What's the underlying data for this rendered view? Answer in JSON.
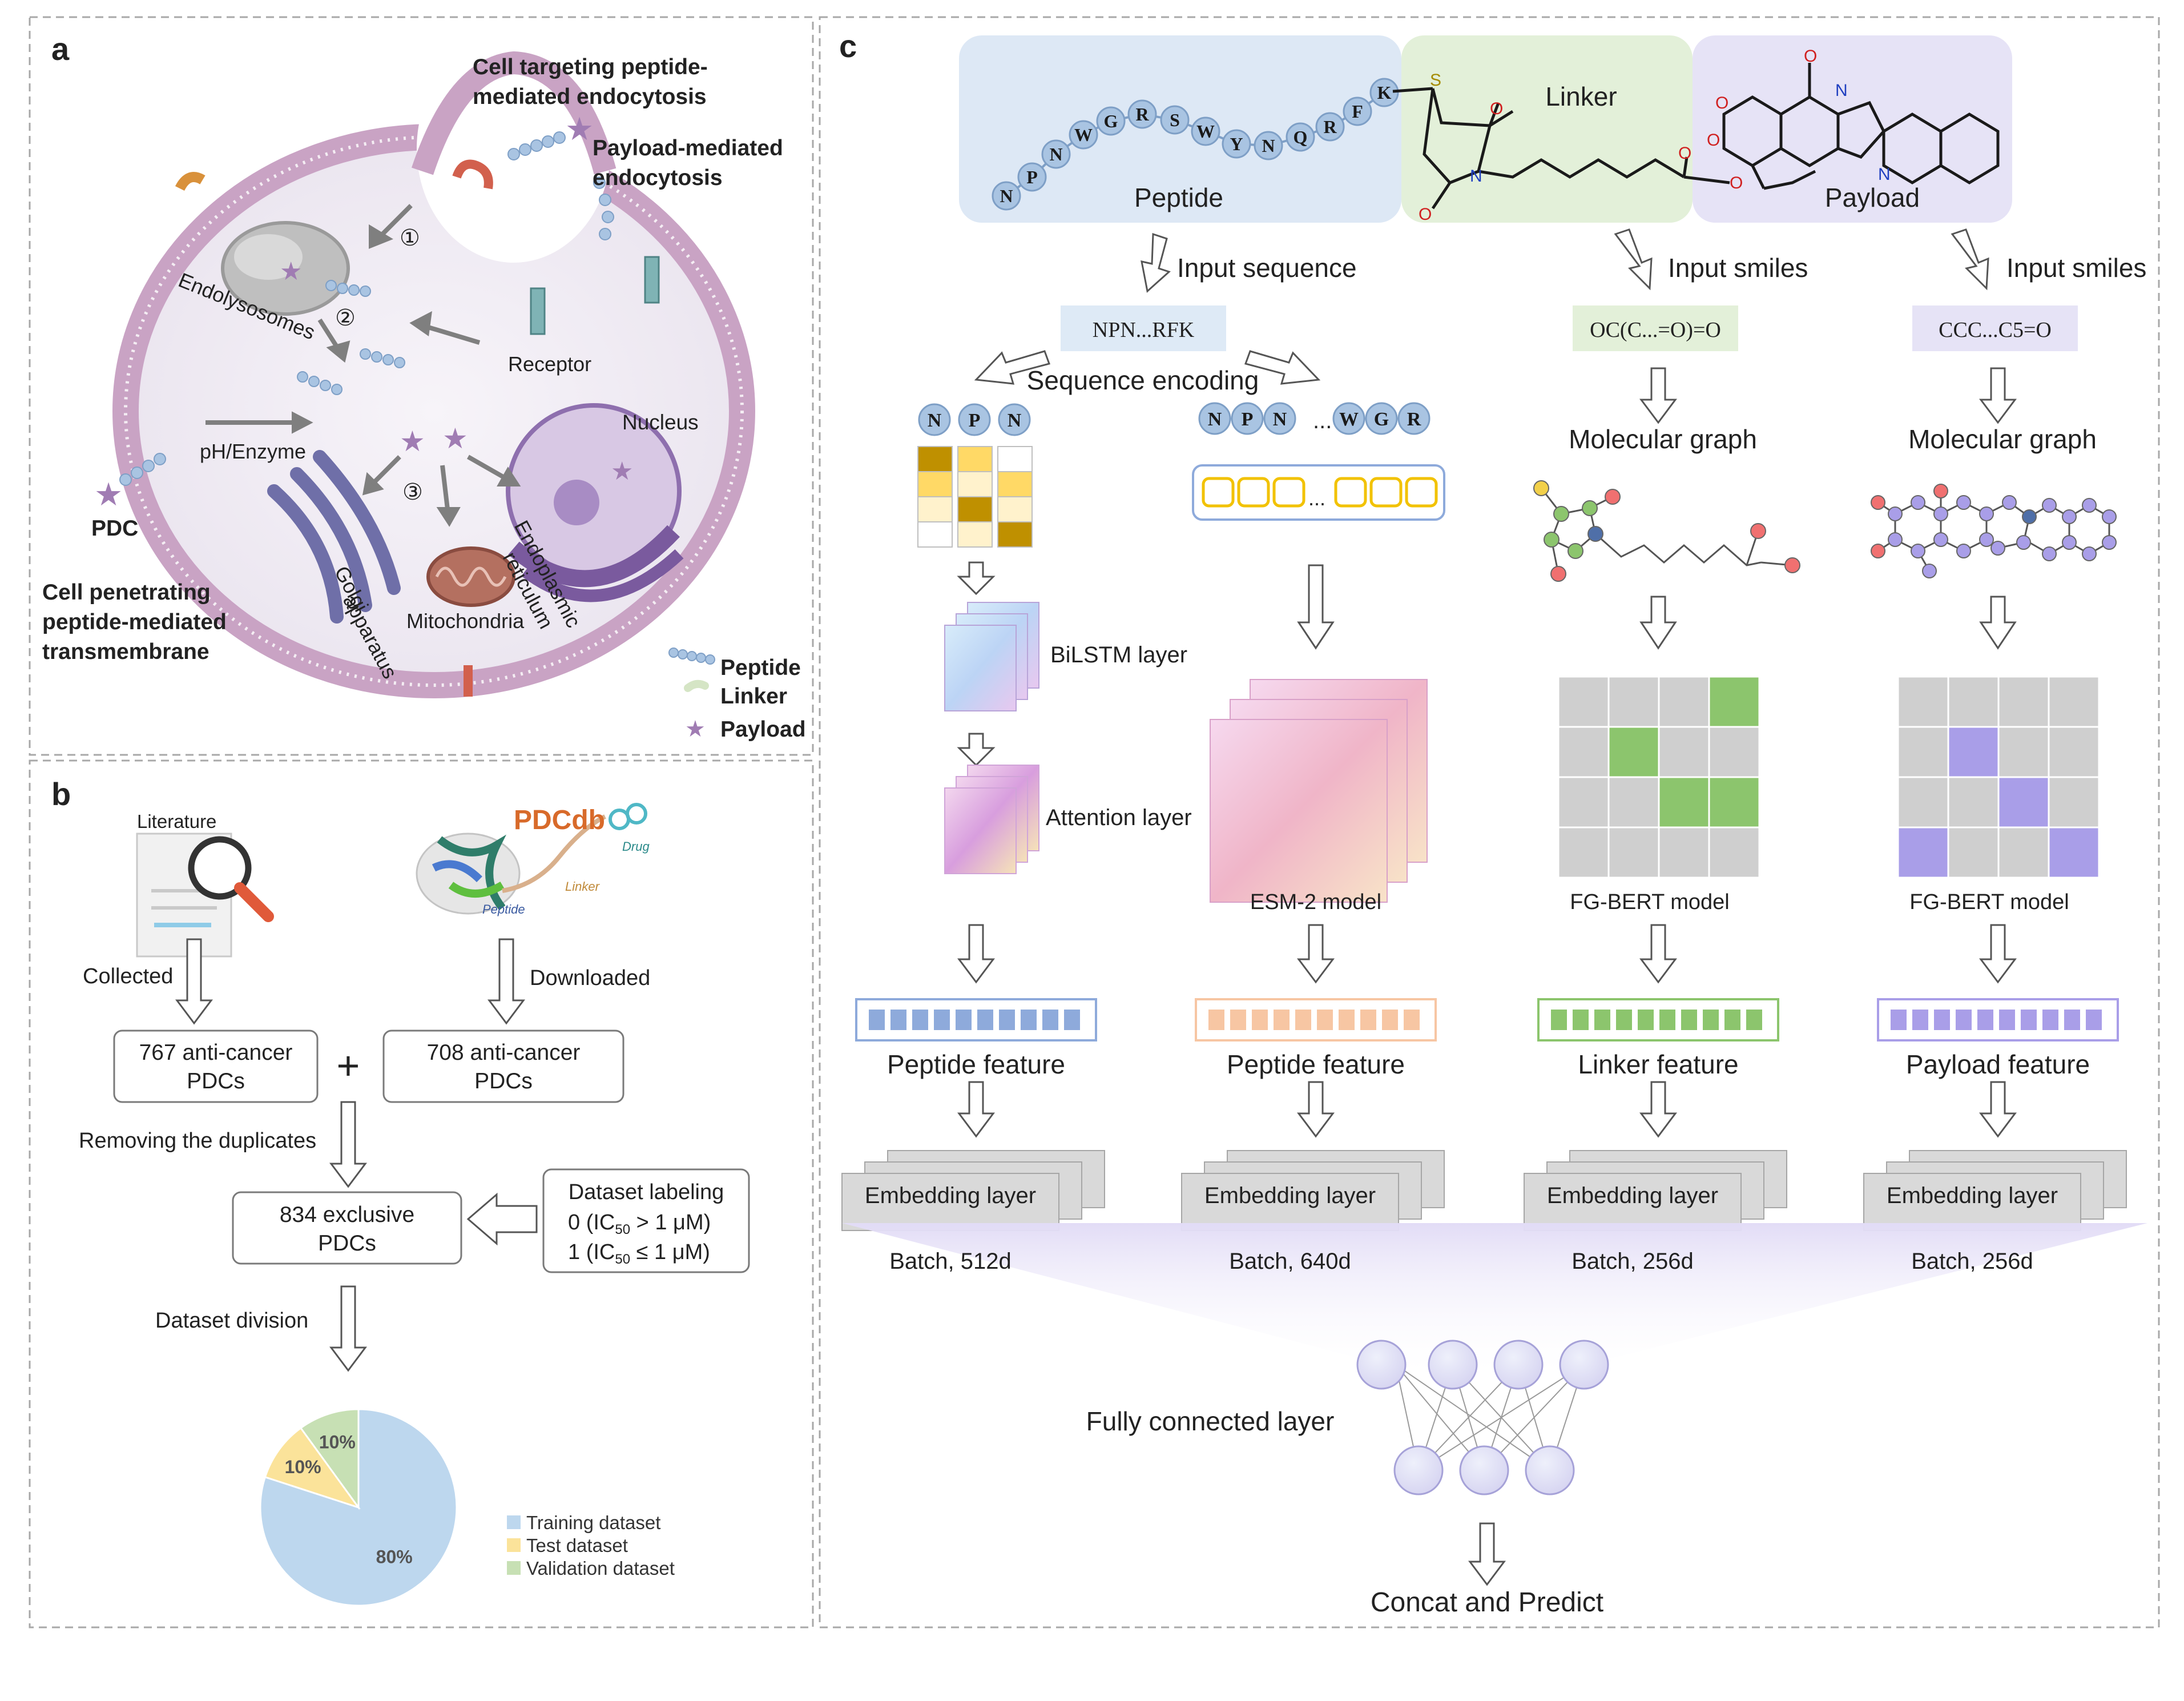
{
  "panel_a": {
    "label": "a",
    "cell_targeting": [
      "Cell targeting peptide-",
      "mediated endocytosis"
    ],
    "payload_mediated": [
      "Payload-mediated",
      "endocytosis"
    ],
    "step1": "①",
    "step2": "②",
    "step3": "③",
    "endolysosomes": "Endolysosomes",
    "receptor": "Receptor",
    "nucleus": "Nucleus",
    "ph_enzyme": "pH/Enzyme",
    "pdc": "PDC",
    "golgi": [
      "Golgi",
      "apparatus"
    ],
    "mitochondria": "Mitochondria",
    "er": [
      "Endoplasmic",
      "reticulum"
    ],
    "cell_penetrating": [
      "Cell penetrating",
      "peptide-mediated",
      "transmembrane"
    ],
    "legend": {
      "peptide": "Peptide",
      "linker": "Linker",
      "payload": "Payload"
    },
    "colors": {
      "membrane": "#c9a3c4",
      "peptide": "#a9c4e2",
      "payload": "#a07cb3",
      "organelle": "#6f6fa8"
    }
  },
  "panel_b": {
    "label": "b",
    "literature": "Literature",
    "pdcdb_logo": "PDCdb",
    "pdcdb_drug": "Drug",
    "pdcdb_linker": "Linker",
    "pdcdb_peptide": "Peptide",
    "collected": "Collected",
    "downloaded": "Downloaded",
    "box767": [
      "767 anti-cancer",
      "PDCs"
    ],
    "box708": [
      "708 anti-cancer",
      "PDCs"
    ],
    "plus": "+",
    "removing": "Removing the duplicates",
    "box834": [
      "834 exclusive",
      "PDCs"
    ],
    "labeling_title": "Dataset labeling",
    "label0_prefix": "0 (IC",
    "label0_suffix": " > 1 μM)",
    "label1_prefix": "1 (IC",
    "label1_suffix": " ≤ 1 μM)",
    "ic_sub": "50",
    "division": "Dataset division"
  },
  "chart_data": {
    "type": "pie",
    "categories": [
      "Training dataset",
      "Test dataset",
      "Validation dataset"
    ],
    "values": [
      80,
      10,
      10
    ],
    "labels": [
      "80%",
      "10%",
      "10%"
    ],
    "colors": [
      "#bdd7ee",
      "#fbe39a",
      "#c7e0b4"
    ],
    "legend_position": "bottom-right"
  },
  "panel_c": {
    "label": "c",
    "peptide_letters": [
      "N",
      "P",
      "N",
      "W",
      "G",
      "R",
      "S",
      "W",
      "Y",
      "N",
      "Q",
      "R",
      "F",
      "K"
    ],
    "peptide_box": "Peptide",
    "linker_box": "Linker",
    "payload_box": "Payload",
    "atom_s": "S",
    "atom_o": "O",
    "atom_n": "N",
    "input_sequence": "Input sequence",
    "input_smiles_1": "Input smiles",
    "input_smiles_2": "Input smiles",
    "seq_value": "NPN...RFK",
    "smiles_linker": "OC(C...=O)=O",
    "smiles_payload": "CCC...C5=O",
    "sequence_encoding": "Sequence encoding",
    "onehot_letters": [
      "N",
      "P",
      "N"
    ],
    "esm_letters_start": [
      "N",
      "P",
      "N"
    ],
    "esm_letters_end": [
      "W",
      "G",
      "R"
    ],
    "ellipsis": "...",
    "molecular_graph_1": "Molecular graph",
    "molecular_graph_2": "Molecular graph",
    "bilstm": "BiLSTM layer",
    "attention": "Attention layer",
    "esm2": "ESM-2 model",
    "fgbert_1": "FG-BERT model",
    "fgbert_2": "FG-BERT model",
    "features": [
      "Peptide feature",
      "Peptide feature",
      "Linker feature",
      "Payload feature"
    ],
    "embedding": [
      "Embedding layer",
      "Embedding layer",
      "Embedding layer",
      "Embedding layer"
    ],
    "batch": [
      "Batch, 512d",
      "Batch, 640d",
      "Batch, 256d",
      "Batch, 256d"
    ],
    "fully_connected": "Fully connected layer",
    "concat_predict": "Concat and Predict",
    "colors": {
      "peptide_bg": "#dde8f5",
      "linker_bg": "#e3f0d9",
      "payload_bg": "#e6e3f6",
      "feature_blue": "#8eaadb",
      "feature_orange": "#f7c6a3",
      "feature_green": "#8cc56d",
      "feature_purple": "#a99ee8",
      "onehot_gold": "#bf9000",
      "onehot_yellow": "#ffd966",
      "onehot_light": "#fff2cc",
      "esm_yellow": "#f2c200",
      "grid_gray": "#cfcfcf",
      "grid_green": "#8cc56d",
      "grid_purple": "#a99ee8",
      "node_purple": "#a99ee8",
      "node_green": "#8cc56d",
      "node_red": "#f07070",
      "node_blue": "#4f6fa8",
      "node_yellow": "#f2d04a"
    }
  }
}
